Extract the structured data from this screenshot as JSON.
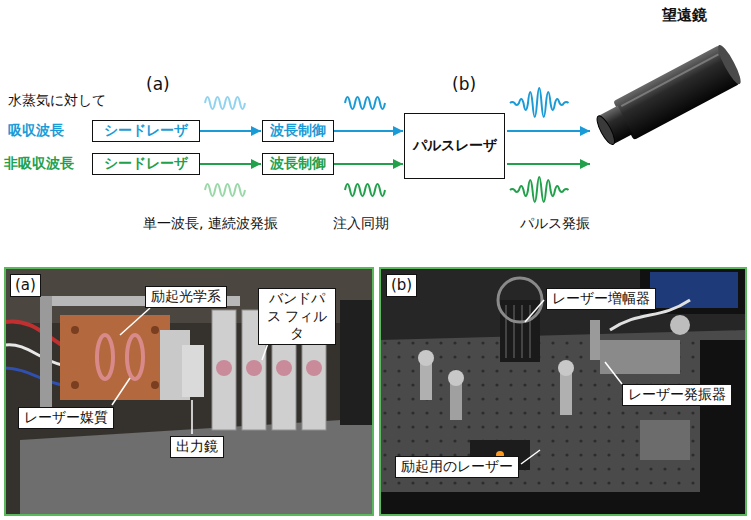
{
  "diagram": {
    "nodes": [
      {
        "text": [
          "シードレーザ"
        ]
      },
      {
        "text": [
          "波長制御"
        ]
      },
      {
        "text": [
          "パルスレーザ"
        ]
      },
      {
        "text": [
          "シードレーザ"
        ]
      },
      {
        "text": [
          "波長制御"
        ]
      },
      {
        "text": [
          "(a)"
        ]
      },
      {
        "text": [
          "励起光学系"
        ]
      },
      {
        "text": [
          "バンドパス フィルタ"
        ]
      },
      {
        "text": [
          "レーザー媒質"
        ]
      },
      {
        "text": [
          "出力鏡"
        ]
      },
      {
        "text": [
          "(b)"
        ]
      },
      {
        "text": [
          "レーザー増幅器"
        ]
      },
      {
        "text": [
          "レーザー発振器"
        ]
      },
      {
        "text": [
          "励起用のレーザー"
        ]
      }
    ],
    "edges": [
      {
        "from": 0,
        "to": 1,
        "arrow": "to"
      },
      {
        "from": 1,
        "to": 2,
        "arrow": "to"
      },
      {
        "from": 3,
        "to": 4,
        "arrow": "to"
      },
      {
        "from": 4,
        "to": 2,
        "arrow": "to"
      }
    ],
    "labels": [
      "(a)",
      "(b)",
      "水蒸気に対して",
      "吸収波長",
      "非吸収波長",
      "単一波長, 連続波発振",
      "注入同期",
      "パルス発振",
      "望遠鏡"
    ]
  }
}
